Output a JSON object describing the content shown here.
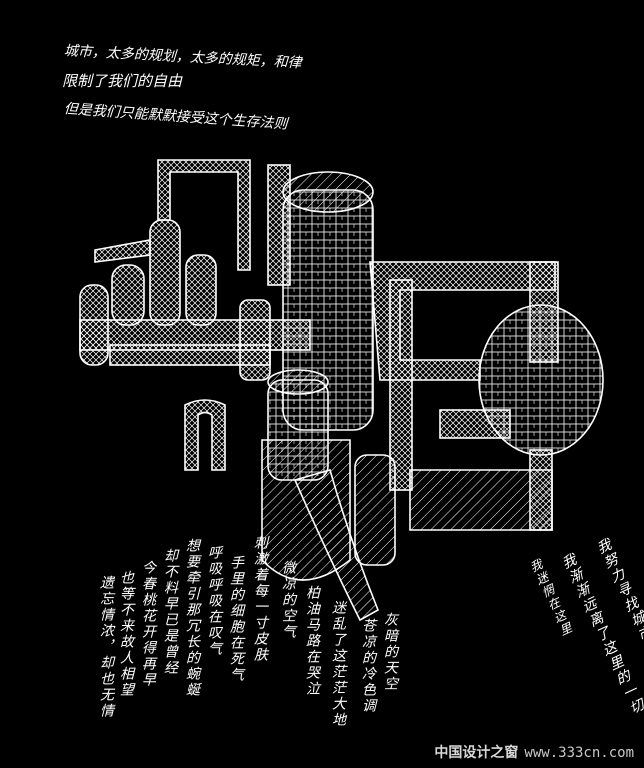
{
  "poem_top": [
    "城市，太多的规划，太多的规矩，和律",
    "限制了我们的自由",
    "但是我们只能默默接受这个生存法则"
  ],
  "poem_columns": [
    "遗忘情浓，却也无情",
    "也等不来故人相望",
    "今春桃花开得再早",
    "却不料早已是曾经",
    "想要牵引那冗长的蜿蜒",
    "呼吸呼吸在叹气",
    "手里的细胞在死气",
    "刺激着每一寸皮肤",
    "微凉的空气",
    "柏油马路在哭泣",
    "迷乱了这茫茫大地",
    "苍凉的冷色调",
    "灰暗的天空",
    "我努力寻找城市以外的那份天真",
    "我渐渐远离了这里的一切",
    "我迷惘在这里"
  ],
  "watermark": {
    "site_name": "中国设计之窗",
    "url": "www.333cn.com"
  },
  "colors": {
    "background": "#000000",
    "drawing": "#ffffff"
  }
}
